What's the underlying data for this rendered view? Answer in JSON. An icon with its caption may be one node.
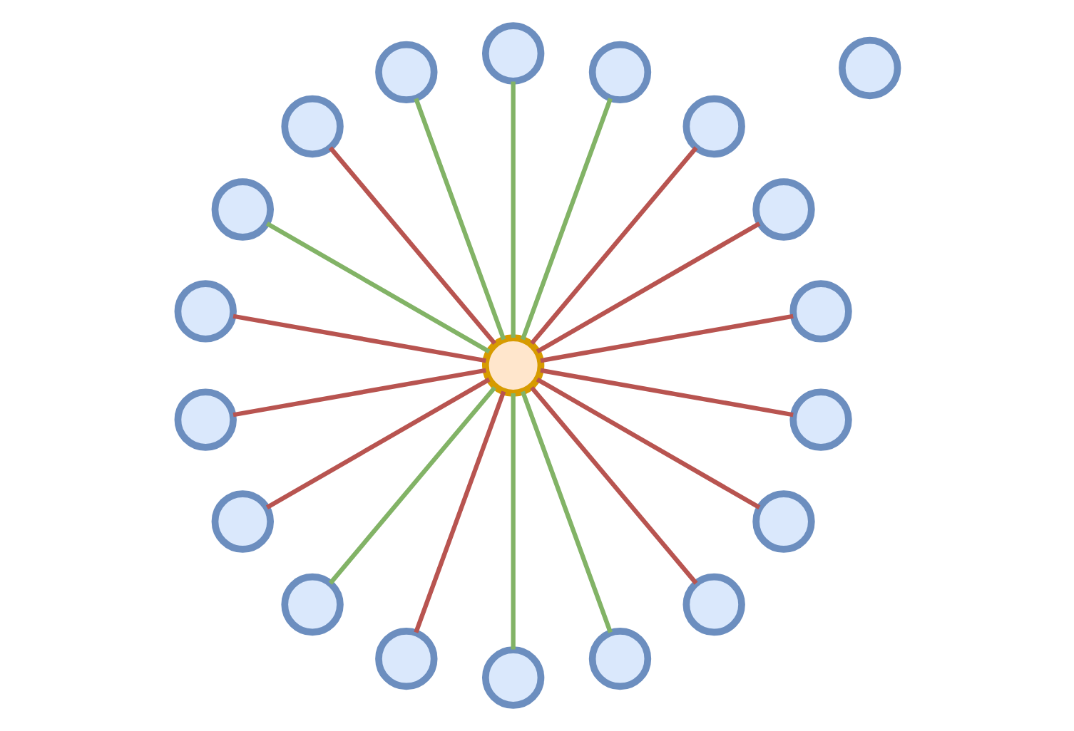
{
  "diagram": {
    "nodes": [
      {
        "text": [],
        "shape": "circle"
      },
      {
        "text": [],
        "shape": "circle"
      },
      {
        "text": [],
        "shape": "circle"
      },
      {
        "text": [],
        "shape": "circle"
      },
      {
        "text": [],
        "shape": "circle"
      },
      {
        "text": [],
        "shape": "circle"
      },
      {
        "text": [],
        "shape": "circle"
      },
      {
        "text": [],
        "shape": "circle"
      },
      {
        "text": [],
        "shape": "circle"
      },
      {
        "text": [],
        "shape": "circle"
      },
      {
        "text": [],
        "shape": "circle"
      },
      {
        "text": [],
        "shape": "circle"
      },
      {
        "text": [],
        "shape": "circle"
      },
      {
        "text": [],
        "shape": "circle"
      },
      {
        "text": [],
        "shape": "circle"
      },
      {
        "text": [],
        "shape": "circle"
      },
      {
        "text": [],
        "shape": "circle"
      },
      {
        "text": [],
        "shape": "circle"
      },
      {
        "text": [],
        "shape": "circle"
      },
      {
        "text": [],
        "shape": "circle"
      }
    ],
    "edges": [
      {
        "from": 11,
        "to": 0,
        "arrow": "none"
      },
      {
        "from": 11,
        "to": 1,
        "arrow": "none"
      },
      {
        "from": 11,
        "to": 2,
        "arrow": "none"
      },
      {
        "from": 11,
        "to": 3,
        "arrow": "none",
        "color": "#82b366"
      },
      {
        "from": 11,
        "to": 5,
        "arrow": "none",
        "color": "#82b366"
      },
      {
        "from": 11,
        "to": 6,
        "arrow": "none",
        "color": "#82b366"
      },
      {
        "from": 11,
        "to": 7,
        "arrow": "none"
      },
      {
        "from": 11,
        "to": 8,
        "arrow": "none",
        "color": "#82b366"
      },
      {
        "from": 11,
        "to": 9,
        "arrow": "none"
      },
      {
        "from": 11,
        "to": 10,
        "arrow": "none"
      },
      {
        "from": 11,
        "to": 12,
        "arrow": "none"
      },
      {
        "from": 11,
        "to": 13,
        "arrow": "none",
        "color": "#82b366"
      },
      {
        "from": 11,
        "to": 14,
        "arrow": "none"
      },
      {
        "from": 11,
        "to": 15,
        "arrow": "none",
        "color": "#82b366"
      },
      {
        "from": 11,
        "to": 16,
        "arrow": "none",
        "color": "#82b366"
      },
      {
        "from": 11,
        "to": 17,
        "arrow": "none"
      },
      {
        "from": 11,
        "to": 18,
        "arrow": "none"
      },
      {
        "from": 11,
        "to": 19,
        "arrow": "none"
      }
    ]
  }
}
